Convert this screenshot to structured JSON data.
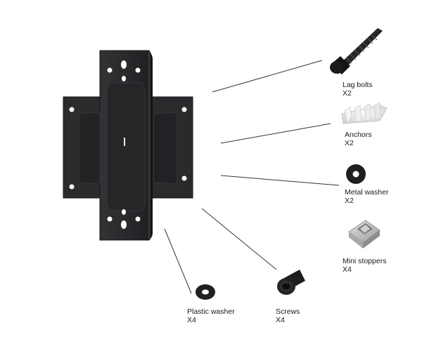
{
  "parts": [
    {
      "id": "lag-bolts",
      "name": "Lag bolts",
      "qty": "X2"
    },
    {
      "id": "anchors",
      "name": "Anchors",
      "qty": "X2"
    },
    {
      "id": "metal-washer",
      "name": "Metal washer",
      "qty": "X2"
    },
    {
      "id": "mini-stoppers",
      "name": "Mini stoppers",
      "qty": "X4"
    },
    {
      "id": "screws",
      "name": "Screws",
      "qty": "X4"
    },
    {
      "id": "plastic-washer",
      "name": "Plastic washer",
      "qty": "X4"
    }
  ],
  "colors": {
    "bracket": "#2b2b2d",
    "bracket_edge": "#1a1a1c",
    "leader_line": "#333333",
    "anchor": "#e6e6e6",
    "stopper": "#c4c4c4"
  }
}
